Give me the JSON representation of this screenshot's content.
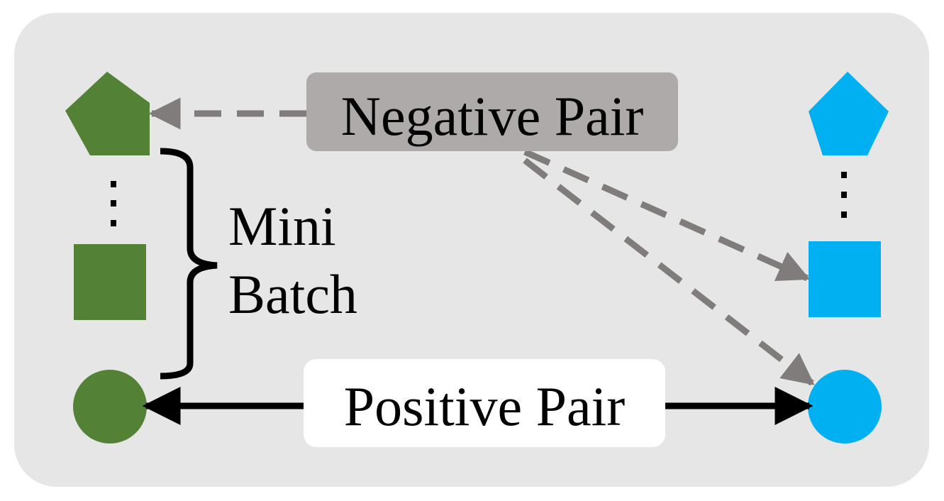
{
  "colors": {
    "panel_background": "#e6e6e6",
    "left_shapes": "#538135",
    "right_shapes": "#00b0f0",
    "negative_arrow": "#7f7c7b",
    "negative_label_bg": "#aeaaaa",
    "positive_arrow": "#000000",
    "positive_label_bg": "#ffffff",
    "text": "#000000"
  },
  "left_column": {
    "shapes": [
      "pentagon-icon",
      "square-icon",
      "circle-icon"
    ]
  },
  "right_column": {
    "shapes": [
      "pentagon-icon",
      "square-icon",
      "circle-icon"
    ]
  },
  "labels": {
    "negative_pair": "Negative Pair",
    "positive_pair": "Positive Pair",
    "mini_batch_line1": "Mini",
    "mini_batch_line2": "Batch"
  }
}
